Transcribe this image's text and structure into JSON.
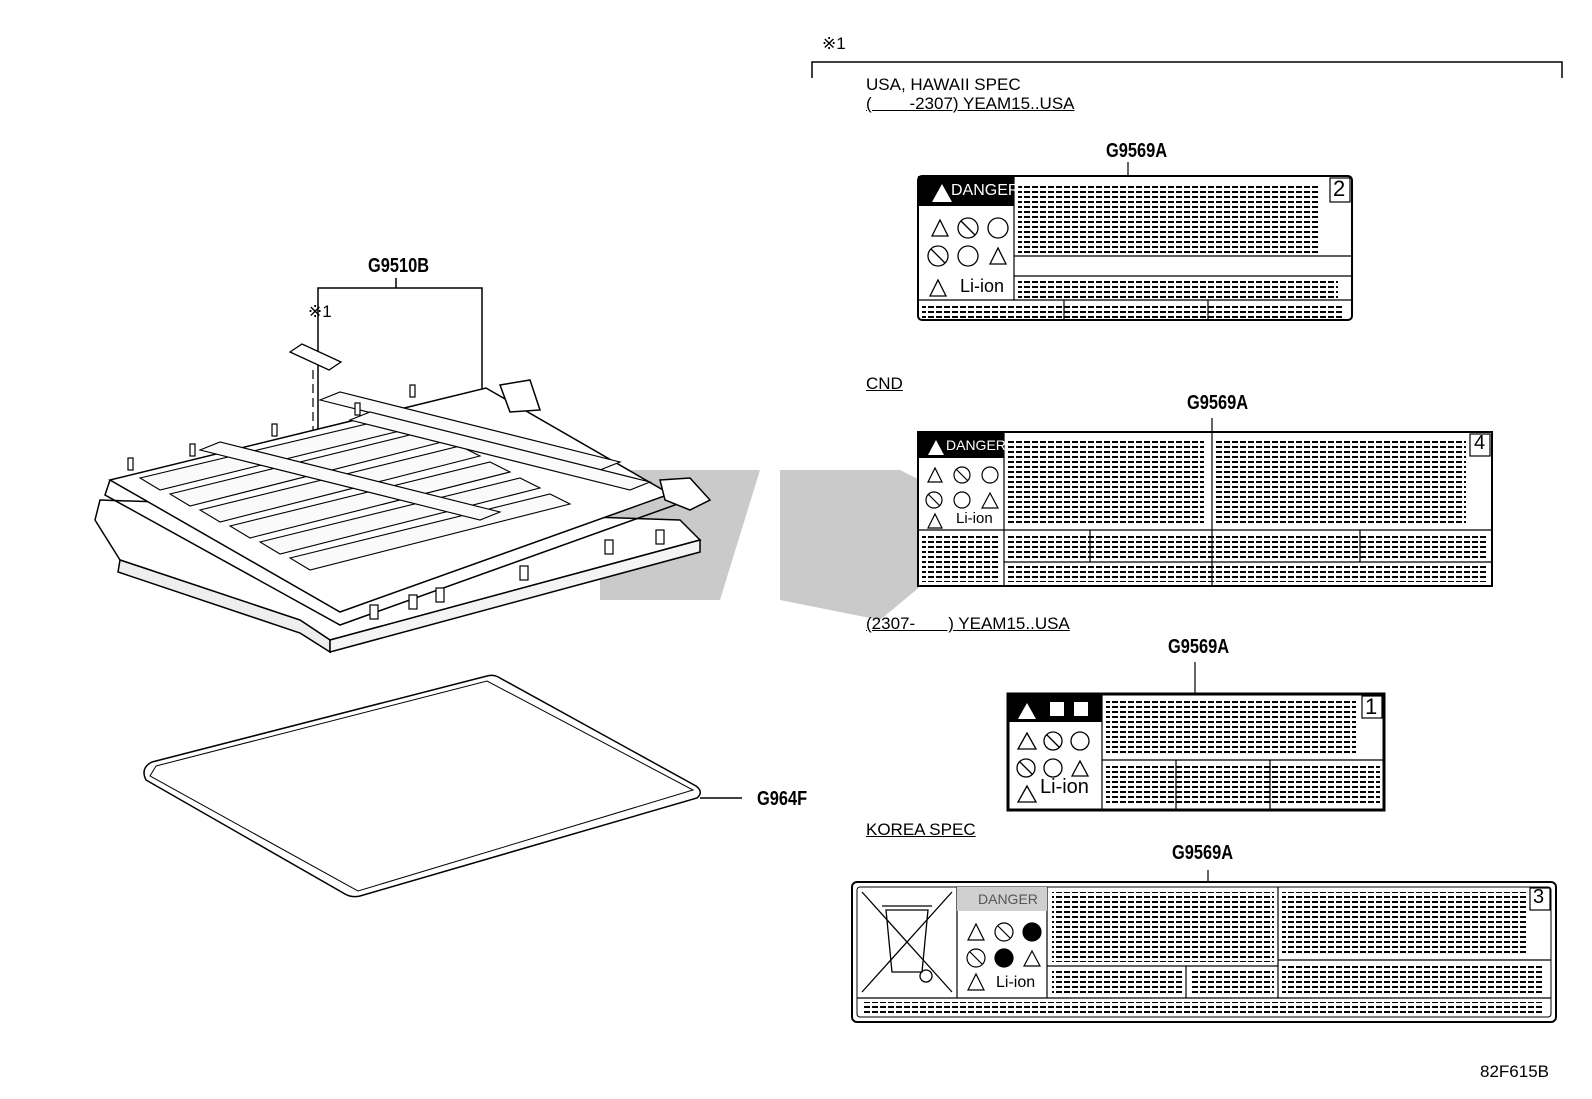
{
  "left": {
    "battery_cover_code": "G9510B",
    "ref_mark": "※1",
    "gasket_code": "G964F"
  },
  "right": {
    "ref_mark": "※1",
    "sections": [
      {
        "heading_line1": "USA, HAWAII SPEC",
        "heading_line2": "(        -2307) YEAM15..USA",
        "code": "G9569A",
        "badge": "2",
        "danger": "DANGER",
        "liion": "Li-ion"
      },
      {
        "heading_line1": "CND",
        "heading_line2": "",
        "code": "G9569A",
        "badge": "4",
        "danger": "DANGER",
        "liion": "Li-ion"
      },
      {
        "heading_line1": "(2307-       ) YEAM15..USA",
        "heading_line2": "",
        "code": "G9569A",
        "badge": "1",
        "danger": "",
        "liion": "Li-ion"
      },
      {
        "heading_line1": "KOREA SPEC",
        "heading_line2": "",
        "code": "G9569A",
        "badge": "3",
        "danger": "DANGER",
        "liion": "Li-ion"
      }
    ]
  },
  "footer": {
    "diagram_id": "82F615B"
  }
}
